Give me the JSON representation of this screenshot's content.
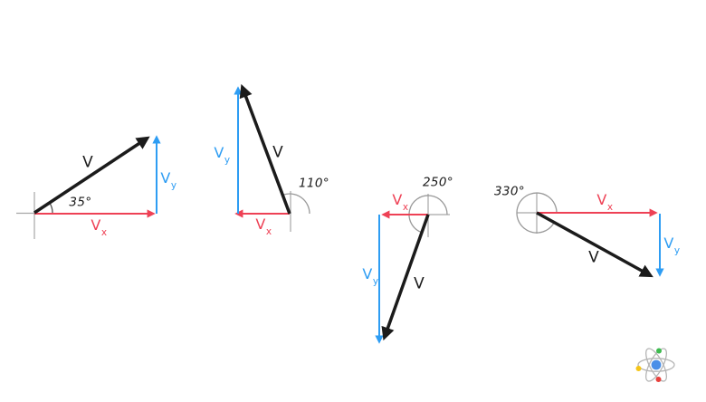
{
  "figure": {
    "colors": {
      "vector": "#1b1b1b",
      "x_component": "#ee4155",
      "y_component": "#2e9df3",
      "guide": "#a6a6a6"
    },
    "diagrams": [
      {
        "angle_label": "35°",
        "v_label": "V",
        "vx_main": "V",
        "vx_sub": "x",
        "vy_main": "V",
        "vy_sub": "y"
      },
      {
        "angle_label": "110°",
        "v_label": "V",
        "vx_main": "V",
        "vx_sub": "x",
        "vy_main": "V",
        "vy_sub": "y"
      },
      {
        "angle_label": "250°",
        "v_label": "V",
        "vx_main": "V",
        "vx_sub": "x",
        "vy_main": "V",
        "vy_sub": "y"
      },
      {
        "angle_label": "330°",
        "v_label": "V",
        "vx_main": "V",
        "vx_sub": "x",
        "vy_main": "V",
        "vy_sub": "y"
      }
    ],
    "logo": {
      "nucleus_color": "#4a8fe8",
      "orbit_color": "#b5b5b5",
      "electron_colors": {
        "green": "#3dba4e",
        "yellow": "#f5c518",
        "red": "#e8413c"
      }
    }
  }
}
